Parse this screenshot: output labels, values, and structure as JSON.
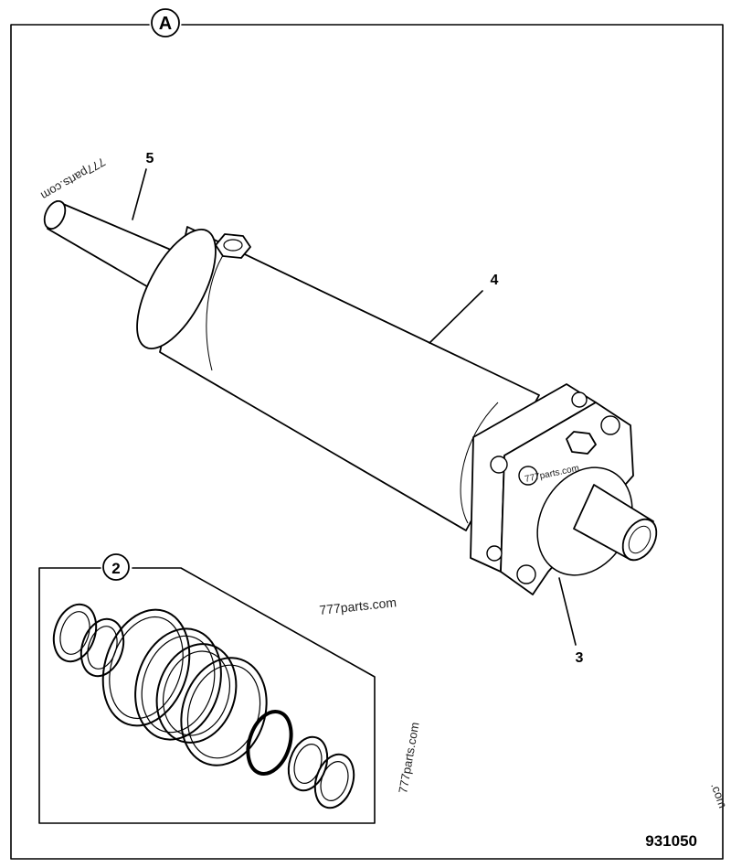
{
  "section_marker": "A",
  "callouts": {
    "seal_kit": "2",
    "head": "3",
    "cylinder": "4",
    "rod": "5"
  },
  "drawing_number": "931050",
  "watermarks": {
    "rod": "777parts.com",
    "head": "777parts.com",
    "center": "777parts.com",
    "inset_side": "777parts.com",
    "edge": ".com"
  }
}
